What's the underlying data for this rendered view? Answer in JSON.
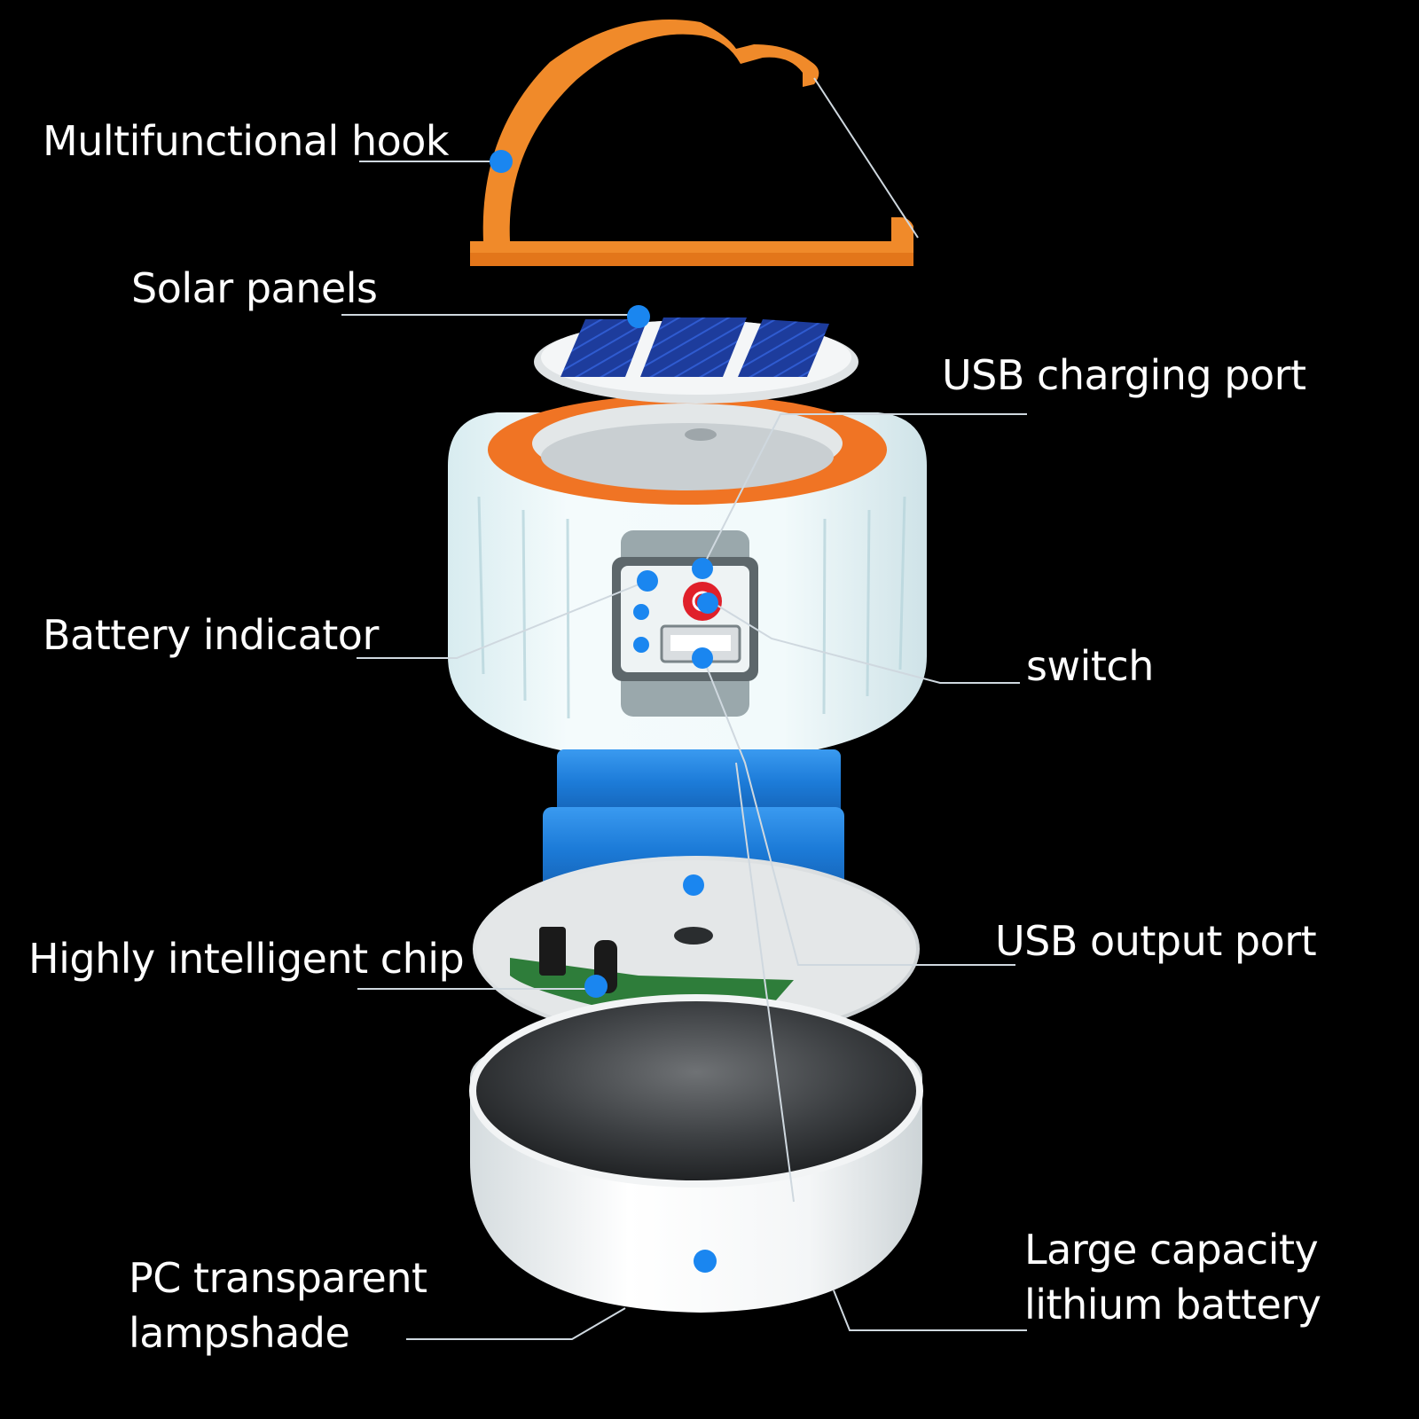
{
  "colors": {
    "background": "#000000",
    "callout_dot": "#1a86f0",
    "leader_line": "#cfd8df",
    "hook": "#f08a2a",
    "lamp_white": "#e9f4f6",
    "battery_blue": "#1c7bd8",
    "pcb_green": "#2e7d3a",
    "switch_red": "#e0202a",
    "solar_panel": "#1f3fa0"
  },
  "labels": {
    "hook": "Multifunctional hook",
    "solar": "Solar panels",
    "usb_charging": "USB charging port",
    "battery_indicator": "Battery indicator",
    "switch": "switch",
    "chip": "Highly intelligent chip",
    "usb_output": "USB output port",
    "lampshade": [
      "PC transparent",
      "lampshade"
    ],
    "battery": [
      "Large capacity",
      "lithium battery"
    ]
  }
}
